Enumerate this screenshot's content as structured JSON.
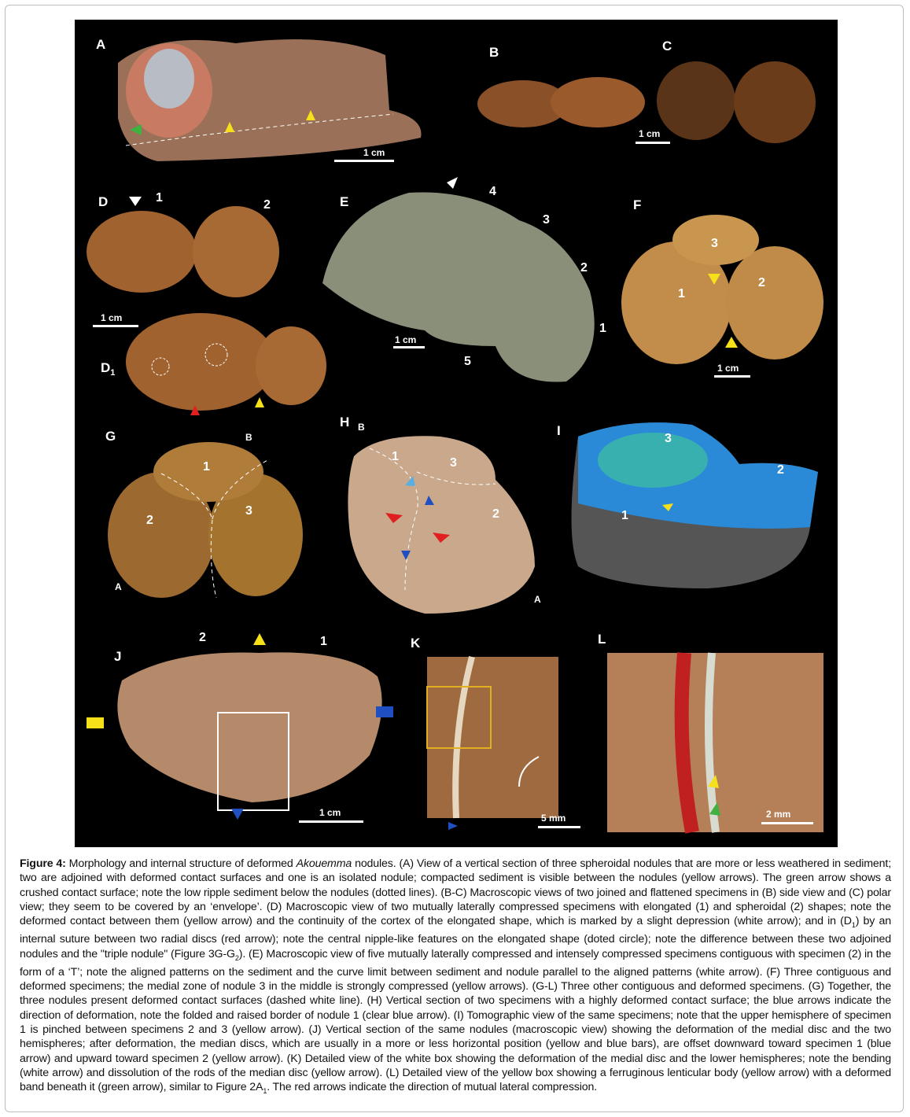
{
  "figure": {
    "panel_labels": {
      "A": "A",
      "B": "B",
      "C": "C",
      "D": "D",
      "D1": "D",
      "D1_sub": "1",
      "E": "E",
      "F": "F",
      "G": "G",
      "H": "H",
      "I": "I",
      "J": "J",
      "K": "K",
      "L": "L"
    },
    "numbers": {
      "D": [
        "1",
        "2"
      ],
      "E": [
        "4",
        "3",
        "2",
        "1",
        "5"
      ],
      "F": [
        "3",
        "2",
        "1"
      ],
      "G": [
        "1",
        "2",
        "3",
        "B",
        "A"
      ],
      "H": [
        "B",
        "1",
        "3",
        "2",
        "A"
      ],
      "I": [
        "3",
        "2",
        "1"
      ],
      "J": [
        "2",
        "1"
      ]
    },
    "scale_bars": {
      "A": "1 cm",
      "C": "1 cm",
      "D": "1 cm",
      "E": "1 cm",
      "F": "1 cm",
      "J": "1 cm",
      "K": "5 mm",
      "L": "2 mm"
    }
  },
  "caption": {
    "lead": "Figure 4:",
    "p1": " Morphology and internal structure of deformed ",
    "italic": "Akouemma",
    "p2": " nodules. (A) View of a vertical section of three spheroidal nodules that are more or less weathered in sediment; two are adjoined with deformed contact surfaces and one is an isolated nodule; compacted sediment is visible between the nodules (yellow arrows). The green arrow shows a crushed contact surface; note the low ripple sediment below the nodules (dotted lines). (B-C) Macroscopic views of two joined and flattened specimens in (B) side view and (C) polar view; they seem to be covered by an ‘envelope’. (D) Macroscopic view of two mutually laterally compressed specimens with elongated (1) and spheroidal (2) shapes; note the deformed contact between them (yellow arrow) and the continuity of the cortex of the elongated shape, which is marked by a slight depression (white arrow); and in (D",
    "sub1": "1",
    "p3": ") by an internal suture between two radial discs (red arrow); note the central nipple-like features on the elongated shape (doted circle); note the difference between these two adjoined nodules and the \"triple nodule\" (Figure 3G-G",
    "sub2": "2",
    "p4": "). (E) Macroscopic view of five mutually laterally compressed and intensely compressed specimens contiguous with specimen (2) in the form of a ‘T’; note the aligned patterns on the sediment and the curve limit between sediment and nodule parallel to the aligned patterns (white arrow). (F) Three contiguous and deformed specimens; the medial zone of nodule 3 in the middle is strongly compressed (yellow arrows). (G-L) Three other contiguous and deformed specimens. (G) Together, the three nodules present deformed contact surfaces (dashed white line). (H) Vertical section of two specimens with a highly deformed contact surface; the blue arrows indicate the direction of deformation, note the folded and raised border of nodule 1 (clear blue arrow). (I) Tomographic view of the same specimens; note that the upper hemisphere of specimen 1 is pinched between specimens 2 and 3 (yellow arrow). (J) Vertical section of the same nodules (macroscopic view) showing the deformation of the medial disc and the two hemispheres; after deformation, the median discs, which are usually in a more or less horizontal position (yellow and blue bars), are offset downward toward specimen 1 (blue arrow) and upward toward specimen 2 (yellow arrow). (K) Detailed view of the white box showing the deformation of the medial disc and the lower hemispheres; note the bending (white arrow) and dissolution of the rods of the median disc (yellow arrow). (L) Detailed view of the yellow box showing a ferruginous lenticular body (yellow arrow) with a deformed band beneath it (green arrow), similar to Figure 2A",
    "sub3": "1",
    "p5": ". The red arrows indicate the direction of mutual lateral compression."
  },
  "colors": {
    "background": "#000000",
    "nodule": "#a0622f",
    "sediment": "#8a8f7a",
    "section": "#c9a88c",
    "arrow_red": "#e02020",
    "arrow_yellow": "#f5e01a",
    "arrow_blue": "#1f4fc0",
    "arrow_green": "#40b040"
  }
}
